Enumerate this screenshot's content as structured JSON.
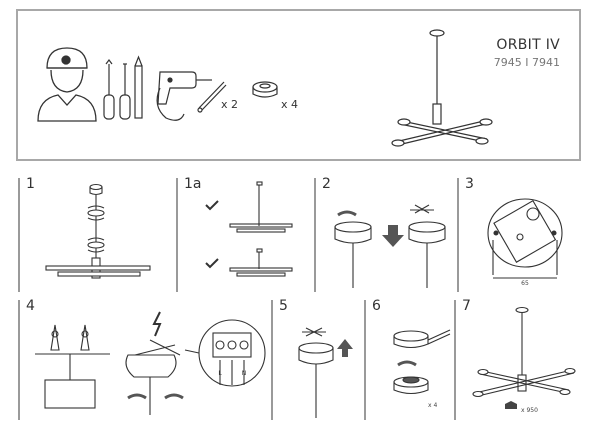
{
  "product": {
    "name": "ORBIT IV",
    "codes": "7945 I 7941"
  },
  "tools": {
    "anchor_qty": "x 2",
    "disc_qty": "x 4"
  },
  "steps": [
    {
      "label": "1"
    },
    {
      "label": "1a"
    },
    {
      "label": "2"
    },
    {
      "label": "3"
    },
    {
      "label": "4"
    },
    {
      "label": "5"
    },
    {
      "label": "6"
    },
    {
      "label": "7"
    }
  ],
  "step3": {
    "dimension": "65"
  },
  "step4": {
    "terminal_labels": [
      "L",
      "N"
    ]
  },
  "step6": {
    "disc_qty": "x 4"
  },
  "step7": {
    "weight_label": "x 950"
  },
  "colors": {
    "frame": "#a8a8a8",
    "line": "#333333",
    "arrow": "#555555"
  }
}
